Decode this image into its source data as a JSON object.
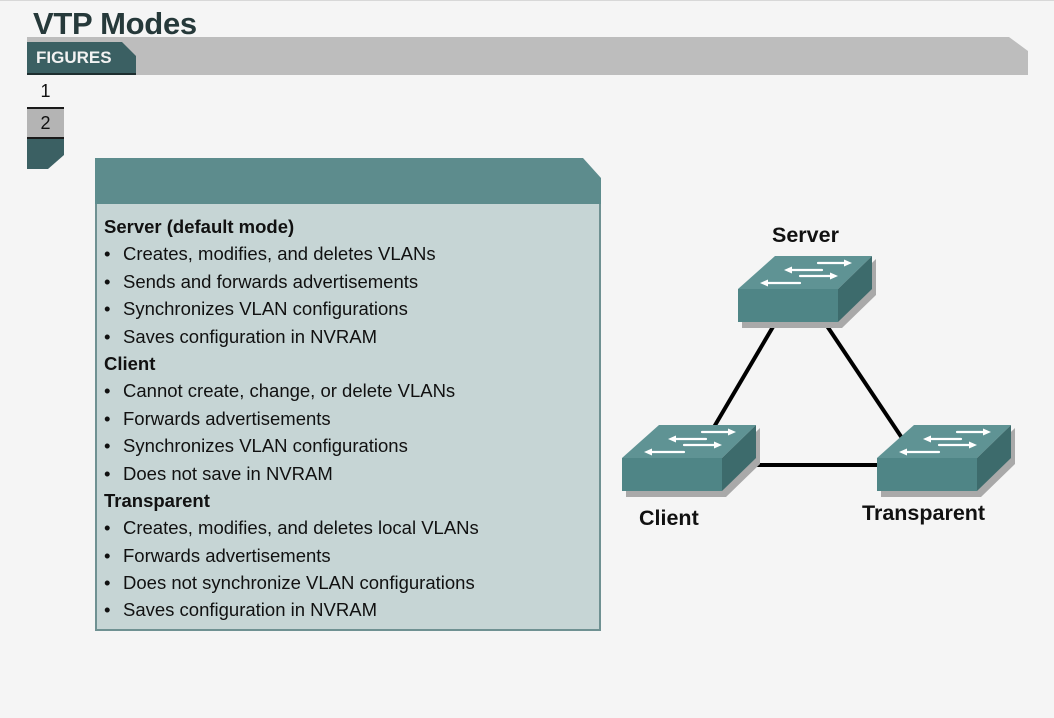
{
  "page": {
    "title": "VTP Modes"
  },
  "figures": {
    "label": "FIGURES",
    "tabs": [
      {
        "label": "1",
        "selected": false
      },
      {
        "label": "2",
        "selected": true
      }
    ]
  },
  "info_panel": {
    "sections": [
      {
        "heading": "Server (default mode)",
        "items": [
          "Creates, modifies, and deletes VLANs",
          "Sends and forwards advertisements",
          "Synchronizes VLAN configurations",
          "Saves configuration in NVRAM"
        ]
      },
      {
        "heading": "Client",
        "items": [
          "Cannot create, change, or delete VLANs",
          "Forwards advertisements",
          "Synchronizes VLAN configurations",
          "Does not save in NVRAM"
        ]
      },
      {
        "heading": "Transparent",
        "items": [
          "Creates, modifies, and deletes local VLANs",
          "Forwards advertisements",
          "Does not synchronize VLAN configurations",
          "Saves configuration in NVRAM"
        ]
      }
    ],
    "bullet": "•"
  },
  "diagram": {
    "nodes": [
      {
        "id": "server",
        "label": "Server",
        "icon": "switch-icon"
      },
      {
        "id": "client",
        "label": "Client",
        "icon": "switch-icon"
      },
      {
        "id": "transparent",
        "label": "Transparent",
        "icon": "switch-icon"
      }
    ],
    "links": [
      {
        "from": "server",
        "to": "client"
      },
      {
        "from": "server",
        "to": "transparent"
      },
      {
        "from": "client",
        "to": "transparent"
      }
    ]
  },
  "colors": {
    "accent_dark": "#3b6063",
    "accent_teal": "#5d8c8d",
    "panel_body": "#c6d5d5",
    "bar_gray": "#bdbdbd",
    "switch_top": "#5e9293",
    "switch_front": "#4f8485",
    "switch_side": "#3f6e6f"
  }
}
